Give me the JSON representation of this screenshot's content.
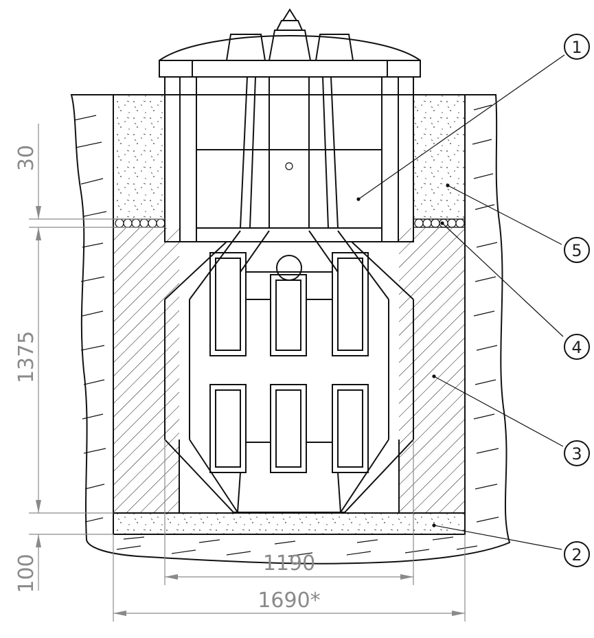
{
  "dimensions": {
    "top_fill_height": "30",
    "tank_depth": "1375",
    "base_thickness": "100",
    "tank_width": "1190",
    "pit_width": "1690*"
  },
  "callouts": [
    "1",
    "2",
    "3",
    "4",
    "5"
  ],
  "colors": {
    "line": "#111111",
    "dimension": "#8a8a8a",
    "background": "#ffffff"
  }
}
